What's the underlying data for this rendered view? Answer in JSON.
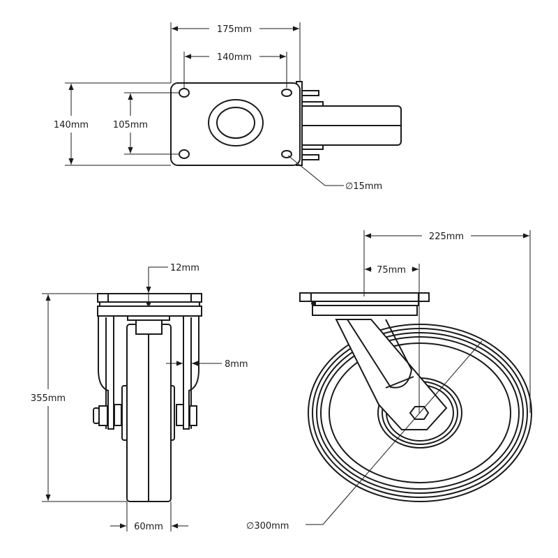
{
  "drawing": {
    "title": "Swivel caster dimension drawing",
    "top_view": {
      "plate_width": "175mm",
      "hole_spacing_x": "140mm",
      "plate_length": "140mm",
      "hole_spacing_y": "105mm",
      "hole_diameter": "15mm"
    },
    "front_view": {
      "plate_thickness": "12mm",
      "overall_height": "355mm",
      "fork_thickness": "8mm",
      "wheel_width": "60mm"
    },
    "side_view": {
      "swivel_radius": "225mm",
      "offset": "75mm",
      "wheel_diameter": "300mm"
    },
    "diameter_symbol": "∅"
  }
}
